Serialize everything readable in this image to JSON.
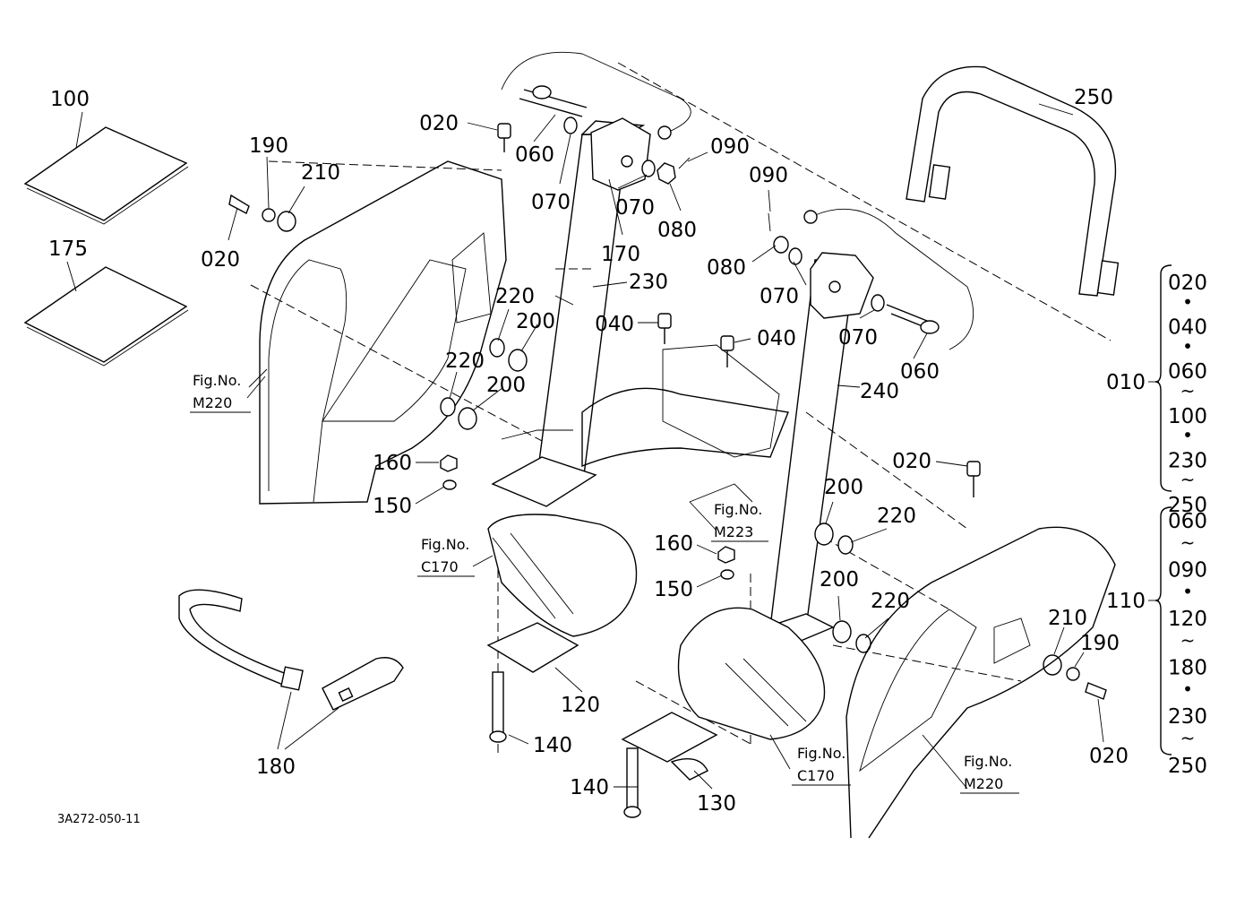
{
  "drawing_code": "3A272-050-11",
  "parts": {
    "p100": "100",
    "p175": "175",
    "p190": "190",
    "p210_left": "210",
    "p020_left": "020",
    "p020_top": "020",
    "p060_top": "060",
    "p070_a": "070",
    "p070_b": "070",
    "p080_top": "080",
    "p090_top": "090",
    "p170": "170",
    "p230": "230",
    "p220_a": "220",
    "p220_b": "220",
    "p200_a": "200",
    "p200_b": "200",
    "p040_a": "040",
    "p040_b": "040",
    "p160_left": "160",
    "p150_left": "150",
    "p090_mid": "090",
    "p080_mid": "080",
    "p070_mid": "070",
    "p070_right": "070",
    "p060_right": "060",
    "p240": "240",
    "p250": "250",
    "p020_right": "020",
    "p200_c": "200",
    "p220_c": "220",
    "p160_mid": "160",
    "p150_mid": "150",
    "p200_d": "200",
    "p220_d": "220",
    "p210_right": "210",
    "p190_right": "190",
    "p020_bottom": "020",
    "p120": "120",
    "p140_a": "140",
    "p140_b": "140",
    "p130": "130",
    "p180": "180"
  },
  "figure_refs": {
    "left_m220": {
      "label": "Fig.No.",
      "code": "M220"
    },
    "c170_left": {
      "label": "Fig.No.",
      "code": "C170"
    },
    "m223": {
      "label": "Fig.No.",
      "code": "M223"
    },
    "c170_right": {
      "label": "Fig.No.",
      "code": "C170"
    },
    "right_m220": {
      "label": "Fig.No.",
      "code": "M220"
    }
  },
  "assemblies": {
    "a010": {
      "label": "010",
      "items": [
        "020",
        "•",
        "040",
        "•",
        "060",
        "~",
        "100",
        "•",
        "230",
        "~",
        "250"
      ]
    },
    "a110": {
      "label": "110",
      "items": [
        "060",
        "~",
        "090",
        "•",
        "120",
        "~",
        "180",
        "•",
        "230",
        "~",
        "250"
      ]
    }
  }
}
